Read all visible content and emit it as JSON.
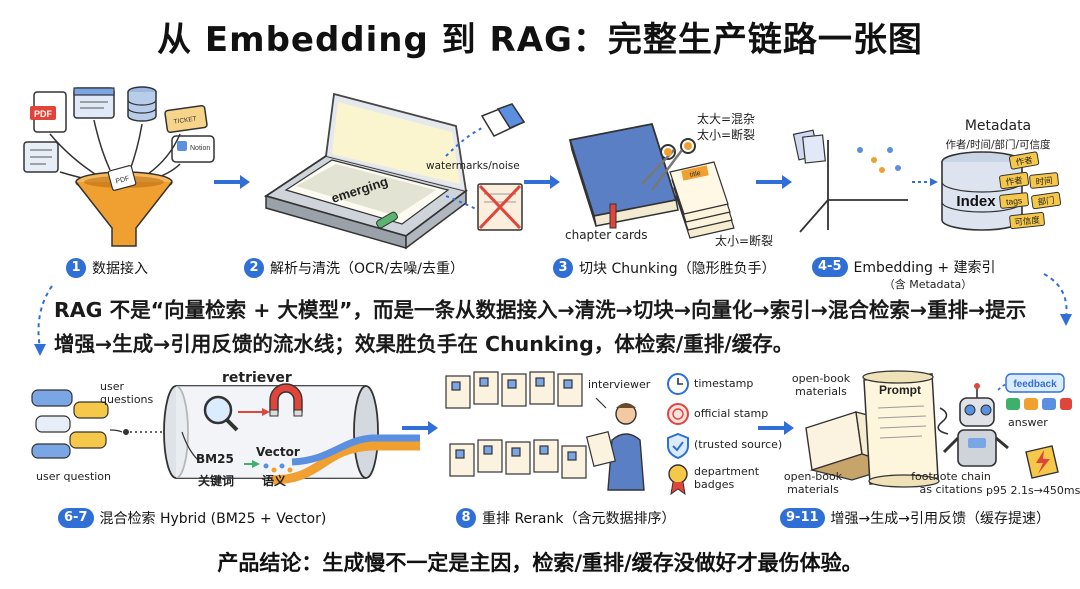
{
  "title": "从 Embedding 到 RAG：完整生产链路一张图",
  "steps": [
    {
      "num": "1",
      "label": "数据接入"
    },
    {
      "num": "2",
      "label": "解析与清洗（OCR/去噪/去重）"
    },
    {
      "num": "3",
      "label": "切块 Chunking（隐形胜负手）"
    },
    {
      "num": "4-5",
      "label": "Embedding + 建索引",
      "sublabel": "（含 Metadata）"
    },
    {
      "num": "6-7",
      "label": "混合检索 Hybrid (BM25 + Vector)"
    },
    {
      "num": "8",
      "label": "重排 Rerank（含元数据排序）"
    },
    {
      "num": "9-11",
      "label": "增强→生成→引用反馈（缓存提速）"
    }
  ],
  "annotations": {
    "source_pdf": "PDF",
    "source_pdf2": "PDF",
    "source_ticket": "TICKET",
    "source_notion": "Notion",
    "scanner_word": "emerging",
    "watermarks": "watermarks/noise",
    "too_big": "太大=混杂",
    "too_small": "太小=断裂",
    "too_small2": "太小=断裂",
    "chapter_cards": "chapter cards",
    "stack_title": "title",
    "metadata": "Metadata",
    "metadata_fields": "作者/时间/部门/可信度",
    "index": "Index",
    "tag_author": "作者",
    "tag_author2": "作者",
    "tag_time": "时间",
    "tag_tags": "tags",
    "tag_dept": "部门",
    "tag_trust": "可信度",
    "user_questions": "user questions",
    "user_question": "user question",
    "retriever": "retriever",
    "bm25": "BM25",
    "keywords": "关键词",
    "vector": "Vector",
    "semantic": "语义",
    "interviewer": "interviewer",
    "timestamp": "timestamp",
    "official_stamp": "official stamp",
    "trusted_source": "(trusted source)",
    "department_badges": "department badges",
    "open_book_top": "open-book materials",
    "open_book_bottom": "open-book materials",
    "prompt": "Prompt",
    "feedback": "feedback",
    "answer": "answer",
    "footnote_chain": "footnote chain as citations",
    "p95": "p95 2.1s→450ms"
  },
  "summary": "RAG 不是“向量检索 + 大模型”，而是一条从数据接入→清洗→切块→向量化→索引→混合检索→重排→提示增强→生成→引用反馈的流水线；效果胜负手在 Chunking，体检索/重排/缓存。",
  "conclusion": "产品结论：生成慢不一定是主因，检索/重排/缓存没做好才最伤体验。",
  "colors": {
    "accent": "#2f6fd6",
    "orange": "#f0a030",
    "red": "#e0453a",
    "paper": "#fdf6dc"
  }
}
